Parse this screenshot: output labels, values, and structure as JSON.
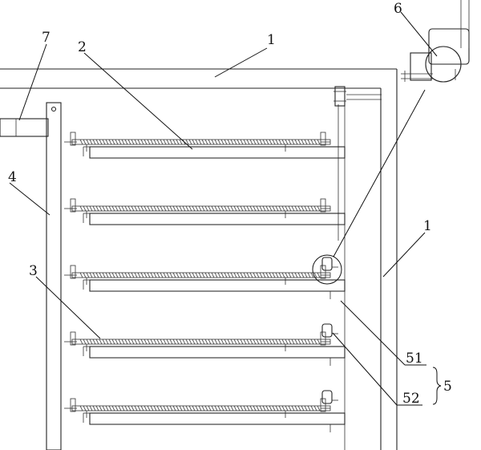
{
  "labels": {
    "frame_top": "1",
    "frame_side": "1",
    "rack": "2",
    "screw": "3",
    "post": "4",
    "assembly": "5",
    "part_51": "51",
    "part_52": "52",
    "motor": "6",
    "inlet": "7"
  },
  "shelf_count": 5,
  "colors": {
    "line": "#222222",
    "background": "#ffffff"
  }
}
